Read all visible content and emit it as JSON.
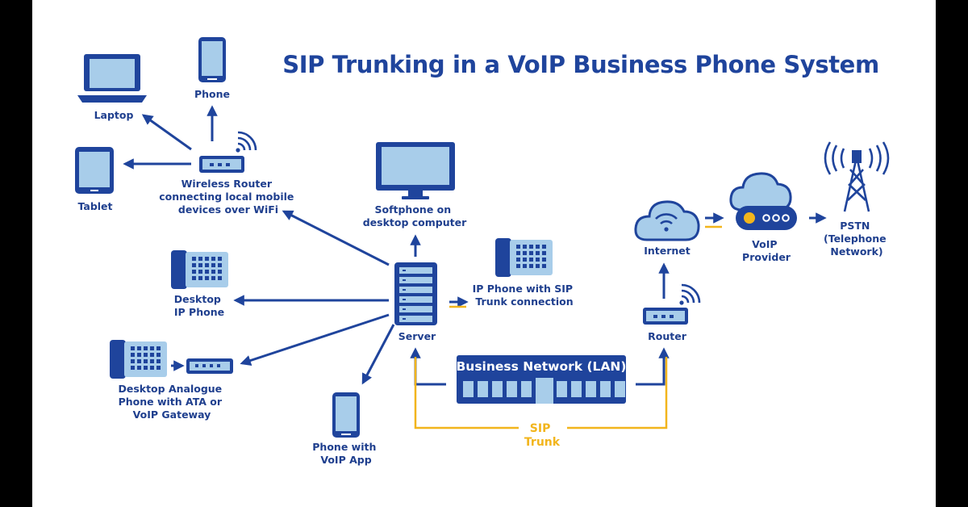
{
  "title": "SIP Trunking in a VoIP Business Phone System",
  "colors": {
    "primary": "#1f449c",
    "light": "#a8cdea",
    "accent": "#f2b51c"
  },
  "nodes": {
    "laptop": {
      "label": [
        "Laptop"
      ],
      "icon": "laptop-icon"
    },
    "phone": {
      "label": [
        "Phone"
      ],
      "icon": "smartphone-icon"
    },
    "tablet": {
      "label": [
        "Tablet"
      ],
      "icon": "tablet-icon"
    },
    "wireless_router": {
      "label": [
        "Wireless Router",
        "connecting local mobile",
        "devices over WiFi"
      ],
      "icon": "wireless-router-icon"
    },
    "softphone": {
      "label": [
        "Softphone on",
        "desktop computer"
      ],
      "icon": "monitor-icon"
    },
    "ip_phone_sip": {
      "label": [
        "IP Phone with SIP",
        "Trunk connection"
      ],
      "icon": "desk-phone-icon"
    },
    "desktop_ip_phone": {
      "label": [
        "Desktop",
        "IP Phone"
      ],
      "icon": "desk-phone-icon"
    },
    "server": {
      "label": [
        "Server"
      ],
      "icon": "server-icon"
    },
    "analogue_phone": {
      "label": [
        "Desktop Analogue",
        "Phone with ATA or",
        "VoIP Gateway"
      ],
      "icon": "desk-phone-icon"
    },
    "voip_app": {
      "label": [
        "Phone with",
        "VoIP App"
      ],
      "icon": "smartphone-icon"
    },
    "lan": {
      "label": "Business Network (LAN)",
      "icon": "network-switch-icon"
    },
    "internet": {
      "label": [
        "Internet"
      ],
      "icon": "cloud-wifi-icon"
    },
    "router": {
      "label": [
        "Router"
      ],
      "icon": "router-icon"
    },
    "voip_provider": {
      "label": [
        "VoIP",
        "Provider"
      ],
      "icon": "cloud-provider-icon"
    },
    "pstn": {
      "label": [
        "PSTN",
        "(Telephone",
        "Network)"
      ],
      "icon": "cell-tower-icon"
    }
  },
  "sip_trunk_label": [
    "SIP",
    "Trunk"
  ]
}
